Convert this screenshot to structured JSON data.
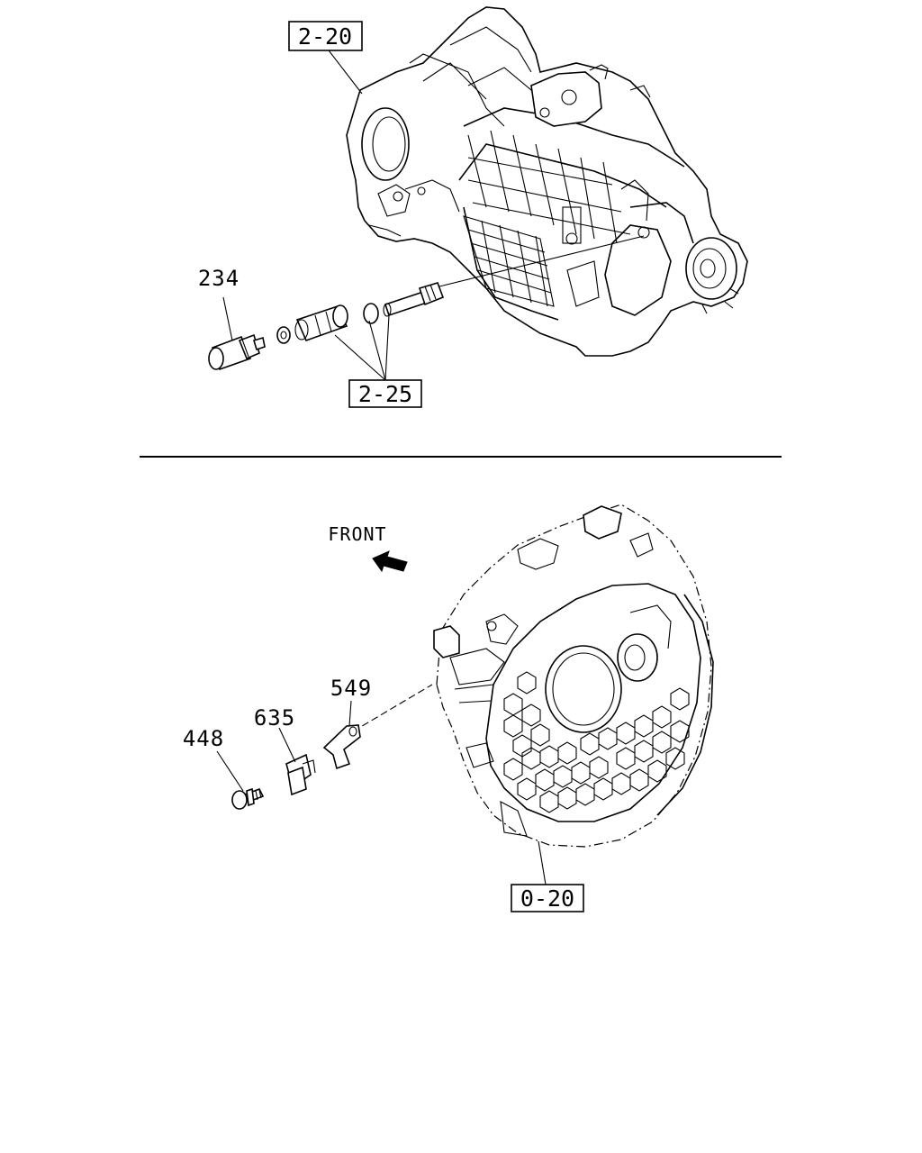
{
  "top_section": {
    "ref_transmission": "2-20",
    "ref_speedo_kit": "2-25",
    "part_sensor": "234"
  },
  "bottom_section": {
    "direction_label": "FRONT",
    "ref_flywheel_housing": "0-20",
    "part_bolt": "448",
    "part_sensor": "635",
    "part_bracket": "549"
  }
}
